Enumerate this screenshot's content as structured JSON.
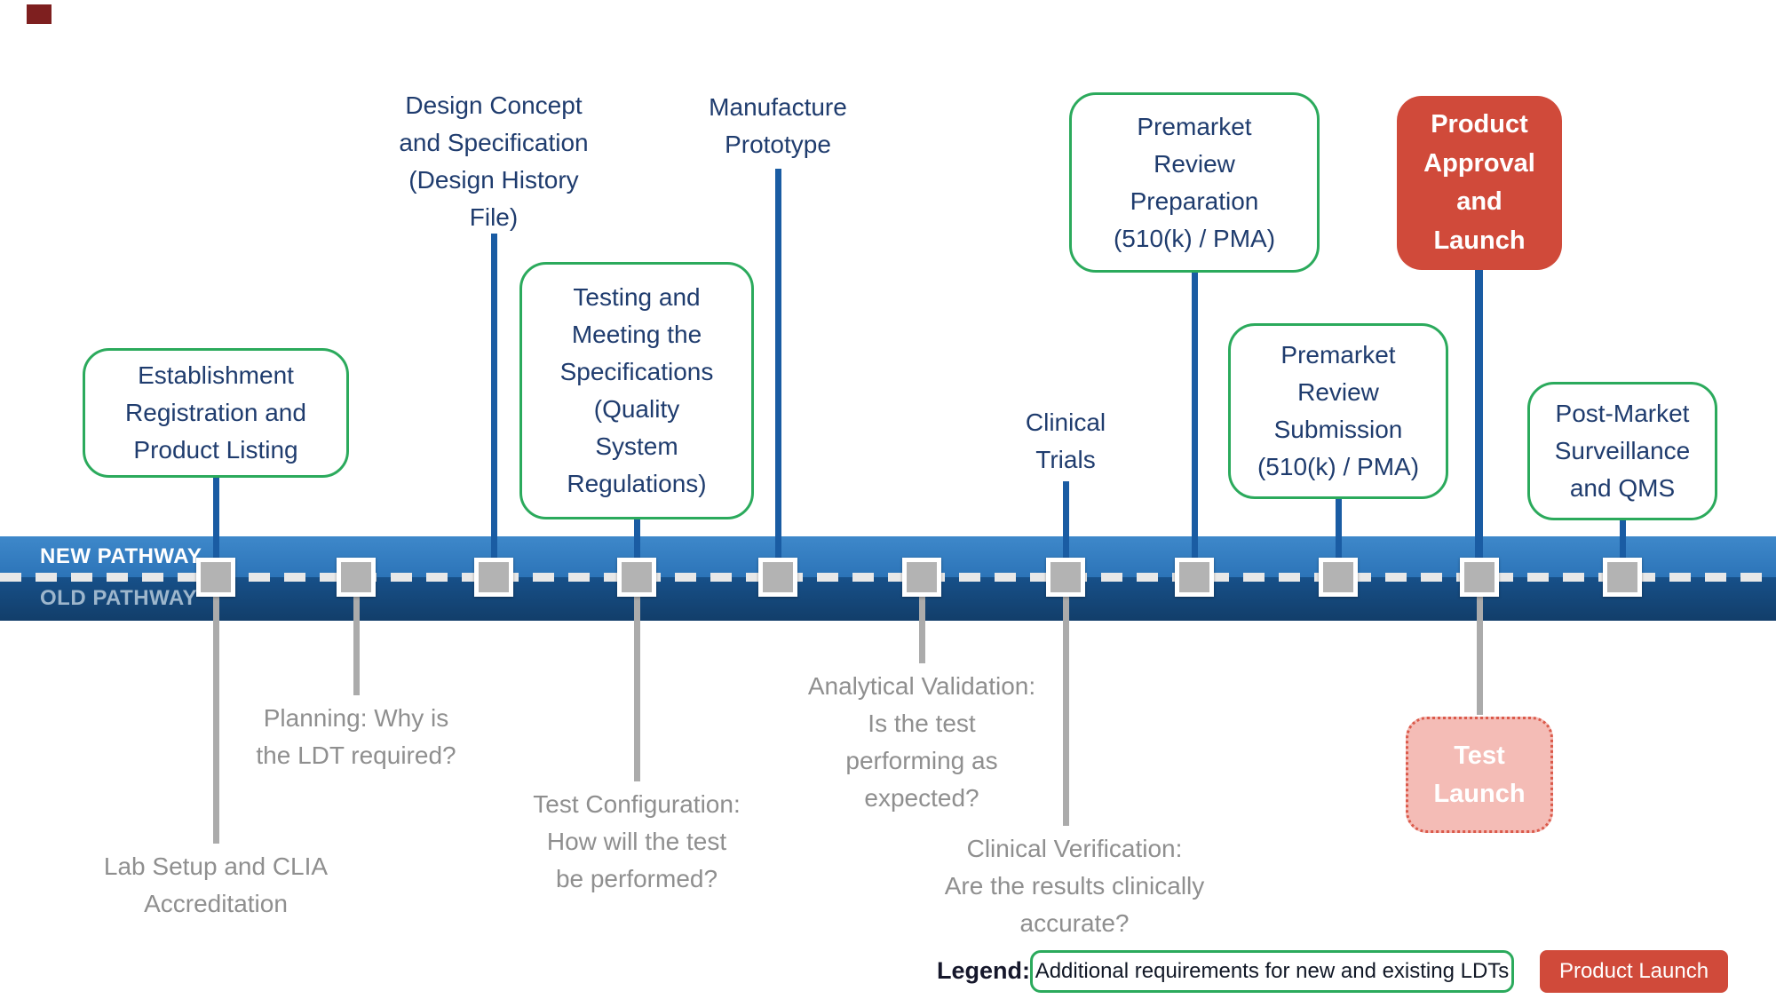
{
  "timeline": {
    "new_pathway_label": "NEW PATHWAY",
    "old_pathway_label": "OLD PATHWAY"
  },
  "milestones_above": {
    "establishment": "Establishment\nRegistration and\nProduct Listing",
    "design_concept": "Design Concept\nand Specification\n(Design History\nFile)",
    "testing": "Testing and\nMeeting the\nSpecifications\n(Quality\nSystem\nRegulations)",
    "manufacture": "Manufacture\nPrototype",
    "clinical_trials": "Clinical\nTrials",
    "premarket_preparation": "Premarket\nReview\nPreparation\n(510(k) / PMA)",
    "product_approval": "Product\nApproval\nand\nLaunch",
    "premarket_submission": "Premarket\nReview\nSubmission\n(510(k) / PMA)",
    "post_market": "Post-Market\nSurveillance\nand QMS"
  },
  "milestones_below": {
    "lab_setup": "Lab Setup and CLIA\nAccreditation",
    "planning": "Planning: Why is\nthe LDT required?",
    "test_configuration": "Test Configuration:\nHow will the test\nbe performed?",
    "analytical_validation": "Analytical Validation:\nIs the test\nperforming as\nexpected?",
    "clinical_verification": "Clinical Verification:\nAre the results clinically\naccurate?",
    "test_launch": "Test\nLaunch"
  },
  "legend": {
    "title": "Legend:",
    "green_item": "Additional requirements for new and existing LDTs",
    "red_item": "Product Launch"
  },
  "colors": {
    "band_top_blue": "#2E79BD",
    "band_bottom_blue": "#14497E",
    "green_border": "#2BAA5C",
    "navy_text": "#1F3C6E",
    "gray_text": "#8F8F8F",
    "red_fill": "#D04A3A",
    "pink_fill": "#F4BCB6",
    "pink_dotted_border": "#DB5A4B",
    "blue_connector": "#1A5CA3",
    "gray_connector": "#ABABAB",
    "marker_gray": "#B3B3B3"
  }
}
